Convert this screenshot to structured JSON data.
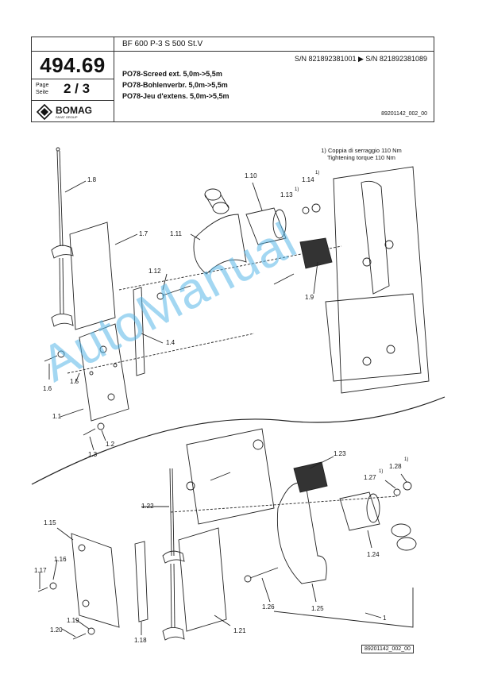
{
  "header": {
    "model": "BF 600 P-3 S 500 St.V",
    "doc_number": "494.69",
    "page_label_de": "Seite",
    "page_label_en": "Page",
    "page_number": "2 / 3",
    "serial_range": "S/N 821892381001  ▶  S/N 821892381089",
    "title_en": "PO78-Screed ext. 5,0m->5,5m",
    "title_de": "PO78-Bohlenverbr. 5,0m->5,5m",
    "title_it": "PO78-Jeu d'extens. 5,0m->5,5m",
    "ref": "89201142_002_00",
    "logo_text": "BOMAG",
    "logo_sub": "FAYAT GROUP"
  },
  "note": {
    "line1": "1) Coppia di serraggio 110 Nm",
    "line2": "Tightening torque 110 Nm"
  },
  "watermark": "AutoManual",
  "footer_ref": "89201142_002_00",
  "callouts": [
    {
      "id": "1.8"
    },
    {
      "id": "1.7"
    },
    {
      "id": "1.10"
    },
    {
      "id": "1.14"
    },
    {
      "id": "1.13"
    },
    {
      "id": "1.11"
    },
    {
      "id": "1.12"
    },
    {
      "id": "1.9"
    },
    {
      "id": "1.4"
    },
    {
      "id": "1.6"
    },
    {
      "id": "1.5"
    },
    {
      "id": "1.1"
    },
    {
      "id": "1.2"
    },
    {
      "id": "1.3"
    },
    {
      "id": "1.23"
    },
    {
      "id": "1.28"
    },
    {
      "id": "1.27"
    },
    {
      "id": "1.22"
    },
    {
      "id": "1.15"
    },
    {
      "id": "1.16"
    },
    {
      "id": "1.17"
    },
    {
      "id": "1.24"
    },
    {
      "id": "1.26"
    },
    {
      "id": "1.25"
    },
    {
      "id": "1.19"
    },
    {
      "id": "1.20"
    },
    {
      "id": "1.18"
    },
    {
      "id": "1.21"
    },
    {
      "id": "1"
    }
  ],
  "footnote_marks": {
    "m1": "1)",
    "m2": "1)",
    "m3": "1)",
    "m4": "1)"
  }
}
